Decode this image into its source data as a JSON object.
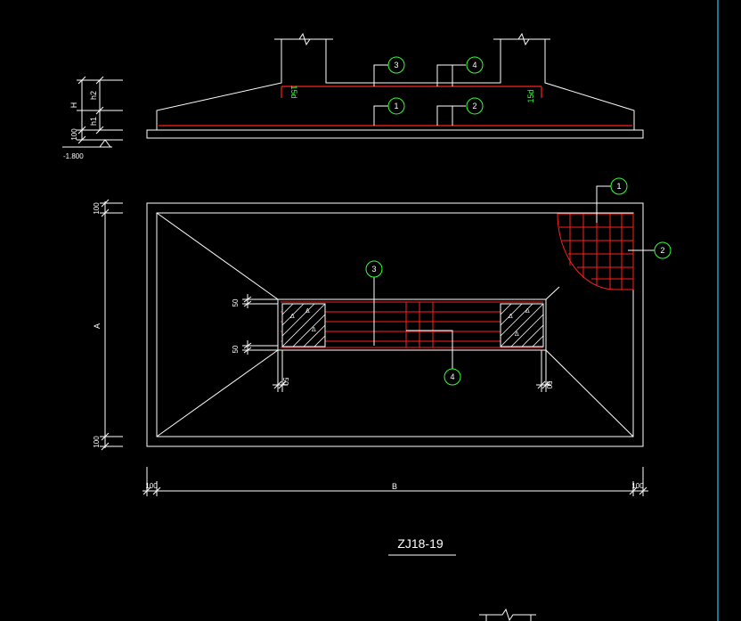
{
  "colors": {
    "background": "#000000",
    "line": "#ffffff",
    "rebar": "#ff2020",
    "callout_circle": "#33ff33",
    "dimension_text": "#ffffff",
    "hook_text": "#33ff33",
    "viewport_border": "#1ea0c8"
  },
  "section": {
    "dimensions": {
      "h_label": "H",
      "h2_label": "h2",
      "h1_label": "h1",
      "base_label": "100",
      "elevation": "-1.800"
    },
    "hook_left": "15d",
    "hook_right": "15d",
    "callouts": [
      "3",
      "4",
      "1",
      "2"
    ]
  },
  "plan": {
    "dimensions": {
      "top_100": "100",
      "bottom_100": "100",
      "a_label": "A",
      "left_50a": "50",
      "left_50b": "50",
      "left_vert_50": "50",
      "right_vert_50": "50",
      "bottom_left_100": "100",
      "b_label": "B",
      "bottom_right_100": "100"
    },
    "callouts": [
      "1",
      "2",
      "3",
      "4"
    ]
  },
  "title": "ZJ18-19"
}
